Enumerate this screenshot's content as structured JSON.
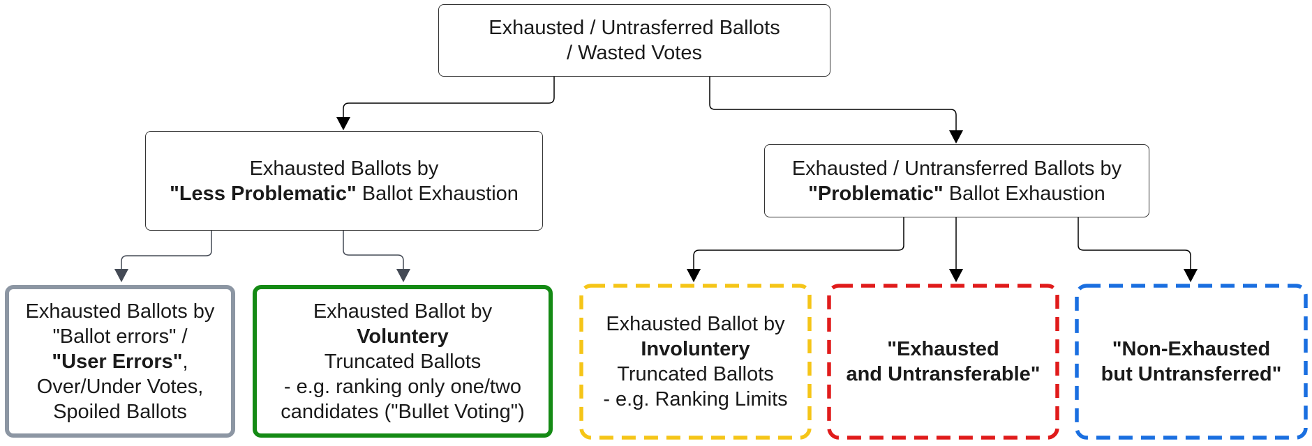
{
  "root": {
    "line1": "Exhausted / Untrasferred Ballots",
    "line2": "/ Wasted Votes"
  },
  "less_problematic": {
    "line1": "Exhausted Ballots by",
    "line2_bold": "\"Less Problematic\"",
    "line2_rest": " Ballot Exhaustion"
  },
  "problematic": {
    "line1": "Exhausted / Untransferred Ballots by",
    "line2_bold": "\"Problematic\"",
    "line2_rest": " Ballot Exhaustion"
  },
  "ballot_errors": {
    "line1": "Exhausted Ballots by",
    "line2": "\"Ballot errors\" /",
    "line3_bold": "\"User Errors\"",
    "line3_rest": ",",
    "line4": "Over/Under Votes,",
    "line5": "Spoiled Ballots",
    "border_color": "#8c96a3"
  },
  "voluntary": {
    "line1": "Exhausted Ballot by",
    "line2_bold": "Voluntery",
    "line3": "Truncated Ballots",
    "line4": "- e.g. ranking only one/two",
    "line5": "candidates (\"Bullet Voting\")",
    "border_color": "#148a14"
  },
  "involuntary": {
    "line1": "Exhausted Ballot by",
    "line2_bold": "Involuntery",
    "line3": "Truncated Ballots",
    "line4": "- e.g. Ranking Limits",
    "border_color": "#f5c518"
  },
  "exhausted_untransferable": {
    "line1": "\"Exhausted",
    "line2": "and Untransferable\"",
    "border_color": "#e01b1b"
  },
  "non_exhausted": {
    "line1": "\"Non-Exhausted",
    "line2": "but Untransferred\"",
    "border_color": "#1a6fe0"
  }
}
